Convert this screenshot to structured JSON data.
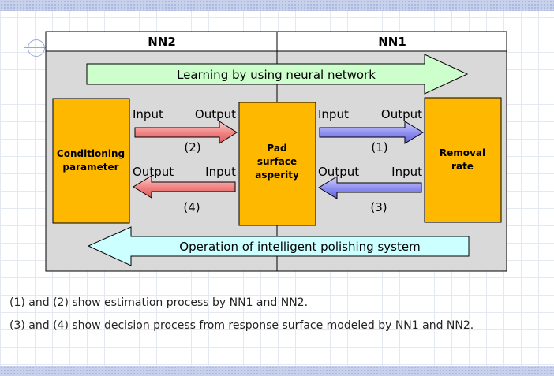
{
  "header": {
    "left": "NN2",
    "right": "NN1"
  },
  "arrows": {
    "learning": "Learning by using neural network",
    "operation": "Operation of intelligent polishing system"
  },
  "boxes": {
    "conditioning": [
      "Conditioning",
      "parameter"
    ],
    "pad": [
      "Pad",
      "surface",
      "asperity"
    ],
    "removal": [
      "Removal",
      "rate"
    ]
  },
  "labels": {
    "input": "Input",
    "output": "Output",
    "step1": "(1)",
    "step2": "(2)",
    "step3": "(3)",
    "step4": "(4)"
  },
  "captions": {
    "line1": "(1) and (2) show estimation process by NN1 and NN2.",
    "line2": "(3) and (4) show decision process from response surface modeled by NN1 and NN2."
  },
  "colors": {
    "panel": "#d9d9d9",
    "box": "#ffb800",
    "learning_arrow": "#ccffcc",
    "operation_arrow": "#ccffff",
    "red_arrow": "#f28a8a",
    "blue_arrow": "#8f8ff2"
  }
}
